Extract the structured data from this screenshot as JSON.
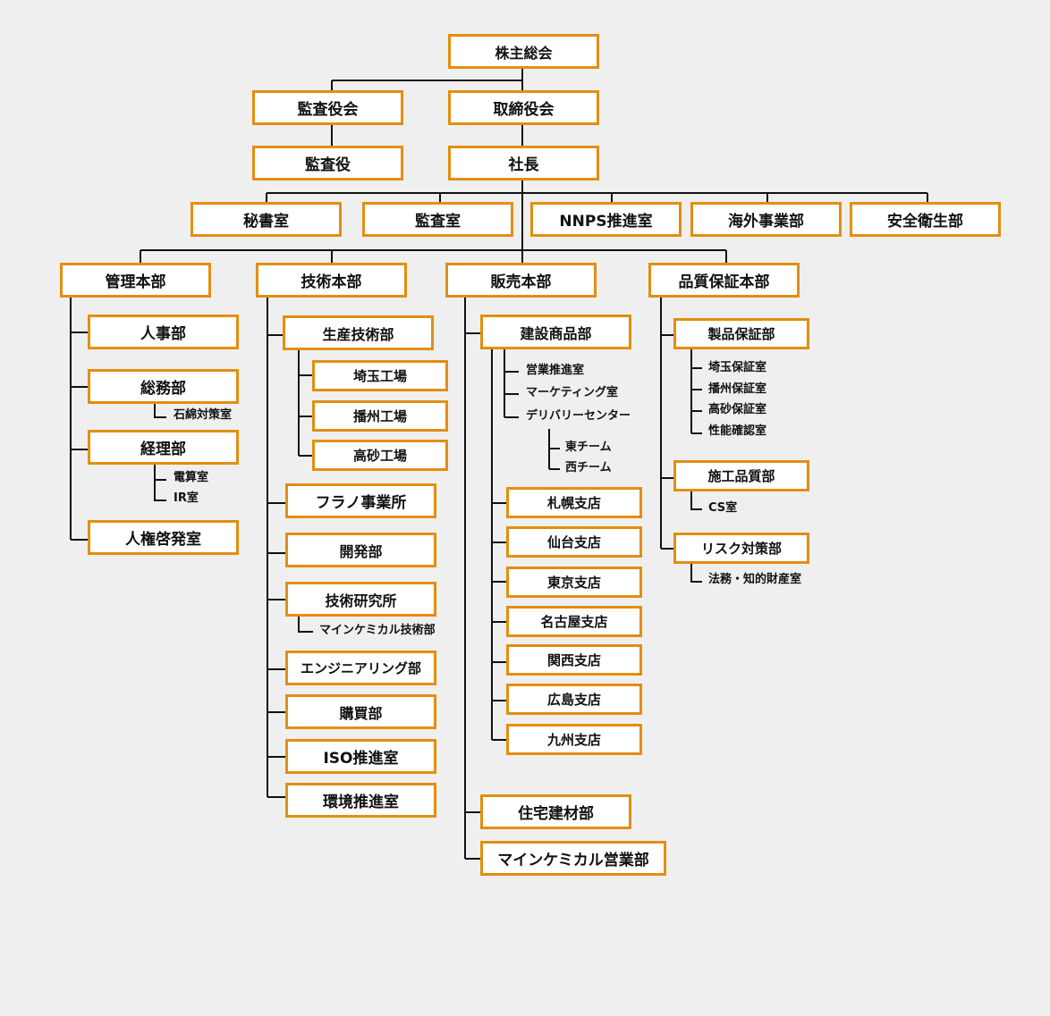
{
  "org": {
    "shareholders": "株主総会",
    "audit_board": "監査役会",
    "board": "取締役会",
    "auditor": "監査役",
    "president": "社長",
    "secretary": "秘書室",
    "audit_office": "監査室",
    "nnps": "NNPS推進室",
    "overseas": "海外事業部",
    "safety": "安全衛生部",
    "admin": {
      "name": "管理本部",
      "hr": "人事部",
      "general": "総務部",
      "asbestos": "石綿対策室",
      "accounting": "経理部",
      "computing": "電算室",
      "ir": "IR室",
      "human_rights": "人権啓発室"
    },
    "tech": {
      "name": "技術本部",
      "production": "生産技術部",
      "saitama_plant": "埼玉工場",
      "harima_plant": "播州工場",
      "takasago_plant": "高砂工場",
      "furano": "フラノ事業所",
      "development": "開発部",
      "research": "技術研究所",
      "mine_tech": "マインケミカル技術部",
      "engineering": "エンジニアリング部",
      "purchasing": "購買部",
      "iso": "ISO推進室",
      "environment": "環境推進室"
    },
    "sales": {
      "name": "販売本部",
      "construction": "建設商品部",
      "sales_promo": "営業推進室",
      "marketing": "マーケティング室",
      "delivery": "デリバリーセンター",
      "east_team": "東チーム",
      "west_team": "西チーム",
      "sapporo": "札幌支店",
      "sendai": "仙台支店",
      "tokyo": "東京支店",
      "nagoya": "名古屋支店",
      "kansai": "関西支店",
      "hiroshima": "広島支店",
      "kyushu": "九州支店",
      "housing": "住宅建材部",
      "mine_sales": "マインケミカル営業部"
    },
    "quality": {
      "name": "品質保証本部",
      "product_qa": "製品保証部",
      "saitama_qa": "埼玉保証室",
      "harima_qa": "播州保証室",
      "takasago_qa": "高砂保証室",
      "performance": "性能確認室",
      "construction_quality": "施工品質部",
      "cs": "CS室",
      "risk": "リスク対策部",
      "legal_ip": "法務・知的財産室"
    }
  },
  "colors": {
    "box_border": "#e38e10",
    "line": "#111111",
    "background": "#efefef"
  }
}
